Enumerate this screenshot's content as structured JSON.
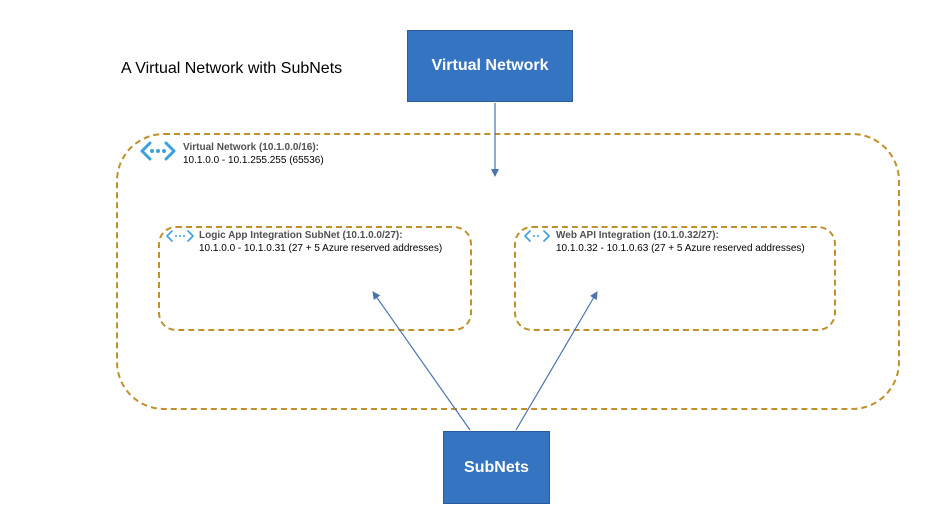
{
  "caption": "A Virtual Network with SubNets",
  "boxes": {
    "virtual_network": "Virtual Network",
    "subnets": "SubNets"
  },
  "virtual_network": {
    "title": "Virtual Network (10.1.0.0/16):",
    "range": "10.1.0.0 - 10.1.255.255 (65536)",
    "icon": "virtual-network-icon"
  },
  "subnets": [
    {
      "title": "Logic App Integration SubNet (10.1.0.0/27):",
      "range": "10.1.0.0 - 10.1.0.31 (27 + 5 Azure reserved addresses)",
      "icon": "subnet-icon"
    },
    {
      "title": "Web API Integration (10.1.0.32/27):",
      "range": "10.1.0.32 - 10.1.0.63 (27 + 5 Azure reserved addresses)",
      "icon": "subnet-icon"
    }
  ],
  "colors": {
    "box_fill": "#3574c0",
    "dashed_border": "#c0902a",
    "icon_blue": "#3aa0e0",
    "arrow": "#4a72b0"
  }
}
